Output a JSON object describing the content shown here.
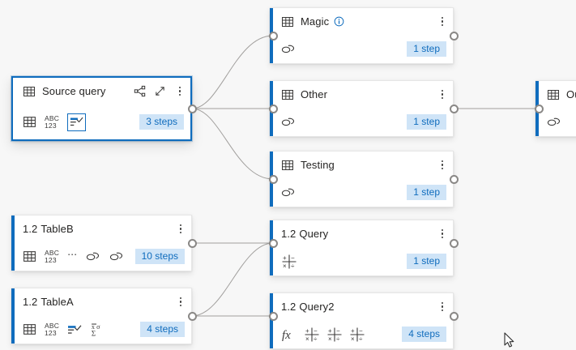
{
  "canvas": {
    "background": "#f7f7f7",
    "accent_color": "#0f6cbd",
    "badge_bg": "#cfe4f7",
    "badge_fg": "#0f6cbd",
    "port_color": "#8a8886",
    "edge_color": "#a19f9d"
  },
  "nodes": [
    {
      "id": "source-query",
      "title_prefix": "",
      "title": "Source query",
      "badge": "3 steps",
      "selected": true,
      "has_info": false,
      "head_icons": [
        "share-icon",
        "expand-icon",
        "more-options-icon"
      ],
      "body_icons": [
        "table-icon",
        "abc123-icon",
        "filter-check-icon"
      ]
    },
    {
      "id": "magic",
      "title_prefix": "",
      "title": "Magic",
      "badge": "1 step",
      "selected": false,
      "has_info": true,
      "head_icons": [
        "more-options-icon"
      ],
      "body_icons": [
        "link-icon"
      ]
    },
    {
      "id": "other",
      "title_prefix": "",
      "title": "Other",
      "badge": "1 step",
      "selected": false,
      "has_info": false,
      "head_icons": [
        "more-options-icon"
      ],
      "body_icons": [
        "link-icon"
      ]
    },
    {
      "id": "testing",
      "title_prefix": "",
      "title": "Testing",
      "badge": "1 step",
      "selected": false,
      "has_info": false,
      "head_icons": [
        "more-options-icon"
      ],
      "body_icons": [
        "link-icon"
      ]
    },
    {
      "id": "output",
      "title_prefix": "",
      "title": "Output",
      "badge": "",
      "selected": false,
      "has_info": false,
      "head_icons": [],
      "body_icons": [
        "link-icon"
      ]
    },
    {
      "id": "tableb",
      "title_prefix": "1.2",
      "title": "TableB",
      "badge": "10 steps",
      "selected": false,
      "has_info": false,
      "head_icons": [
        "more-options-icon"
      ],
      "body_icons": [
        "table-icon",
        "abc123-icon",
        "more-steps-icon",
        "link-icon",
        "link-icon"
      ]
    },
    {
      "id": "tablea",
      "title_prefix": "1.2",
      "title": "TableA",
      "badge": "4 steps",
      "selected": false,
      "has_info": false,
      "head_icons": [
        "more-options-icon"
      ],
      "body_icons": [
        "table-icon",
        "abc123-icon",
        "filter-check-icon",
        "statistics-icon"
      ]
    },
    {
      "id": "query",
      "title_prefix": "1.2",
      "title": "Query",
      "badge": "1 step",
      "selected": false,
      "has_info": false,
      "head_icons": [
        "more-options-icon"
      ],
      "body_icons": [
        "math-operations-icon"
      ]
    },
    {
      "id": "query2",
      "title_prefix": "1.2",
      "title": "Query2",
      "badge": "4 steps",
      "selected": false,
      "has_info": false,
      "head_icons": [
        "more-options-icon"
      ],
      "body_icons": [
        "fx-icon",
        "math-operations-icon",
        "math-operations-icon",
        "math-operations-icon"
      ]
    }
  ],
  "edges": [
    {
      "from": "source-query",
      "to": "magic"
    },
    {
      "from": "source-query",
      "to": "other"
    },
    {
      "from": "source-query",
      "to": "testing"
    },
    {
      "from": "other",
      "to": "output"
    },
    {
      "from": "tableb",
      "to": "query"
    },
    {
      "from": "tablea",
      "to": "query"
    },
    {
      "from": "tablea",
      "to": "query2"
    }
  ]
}
